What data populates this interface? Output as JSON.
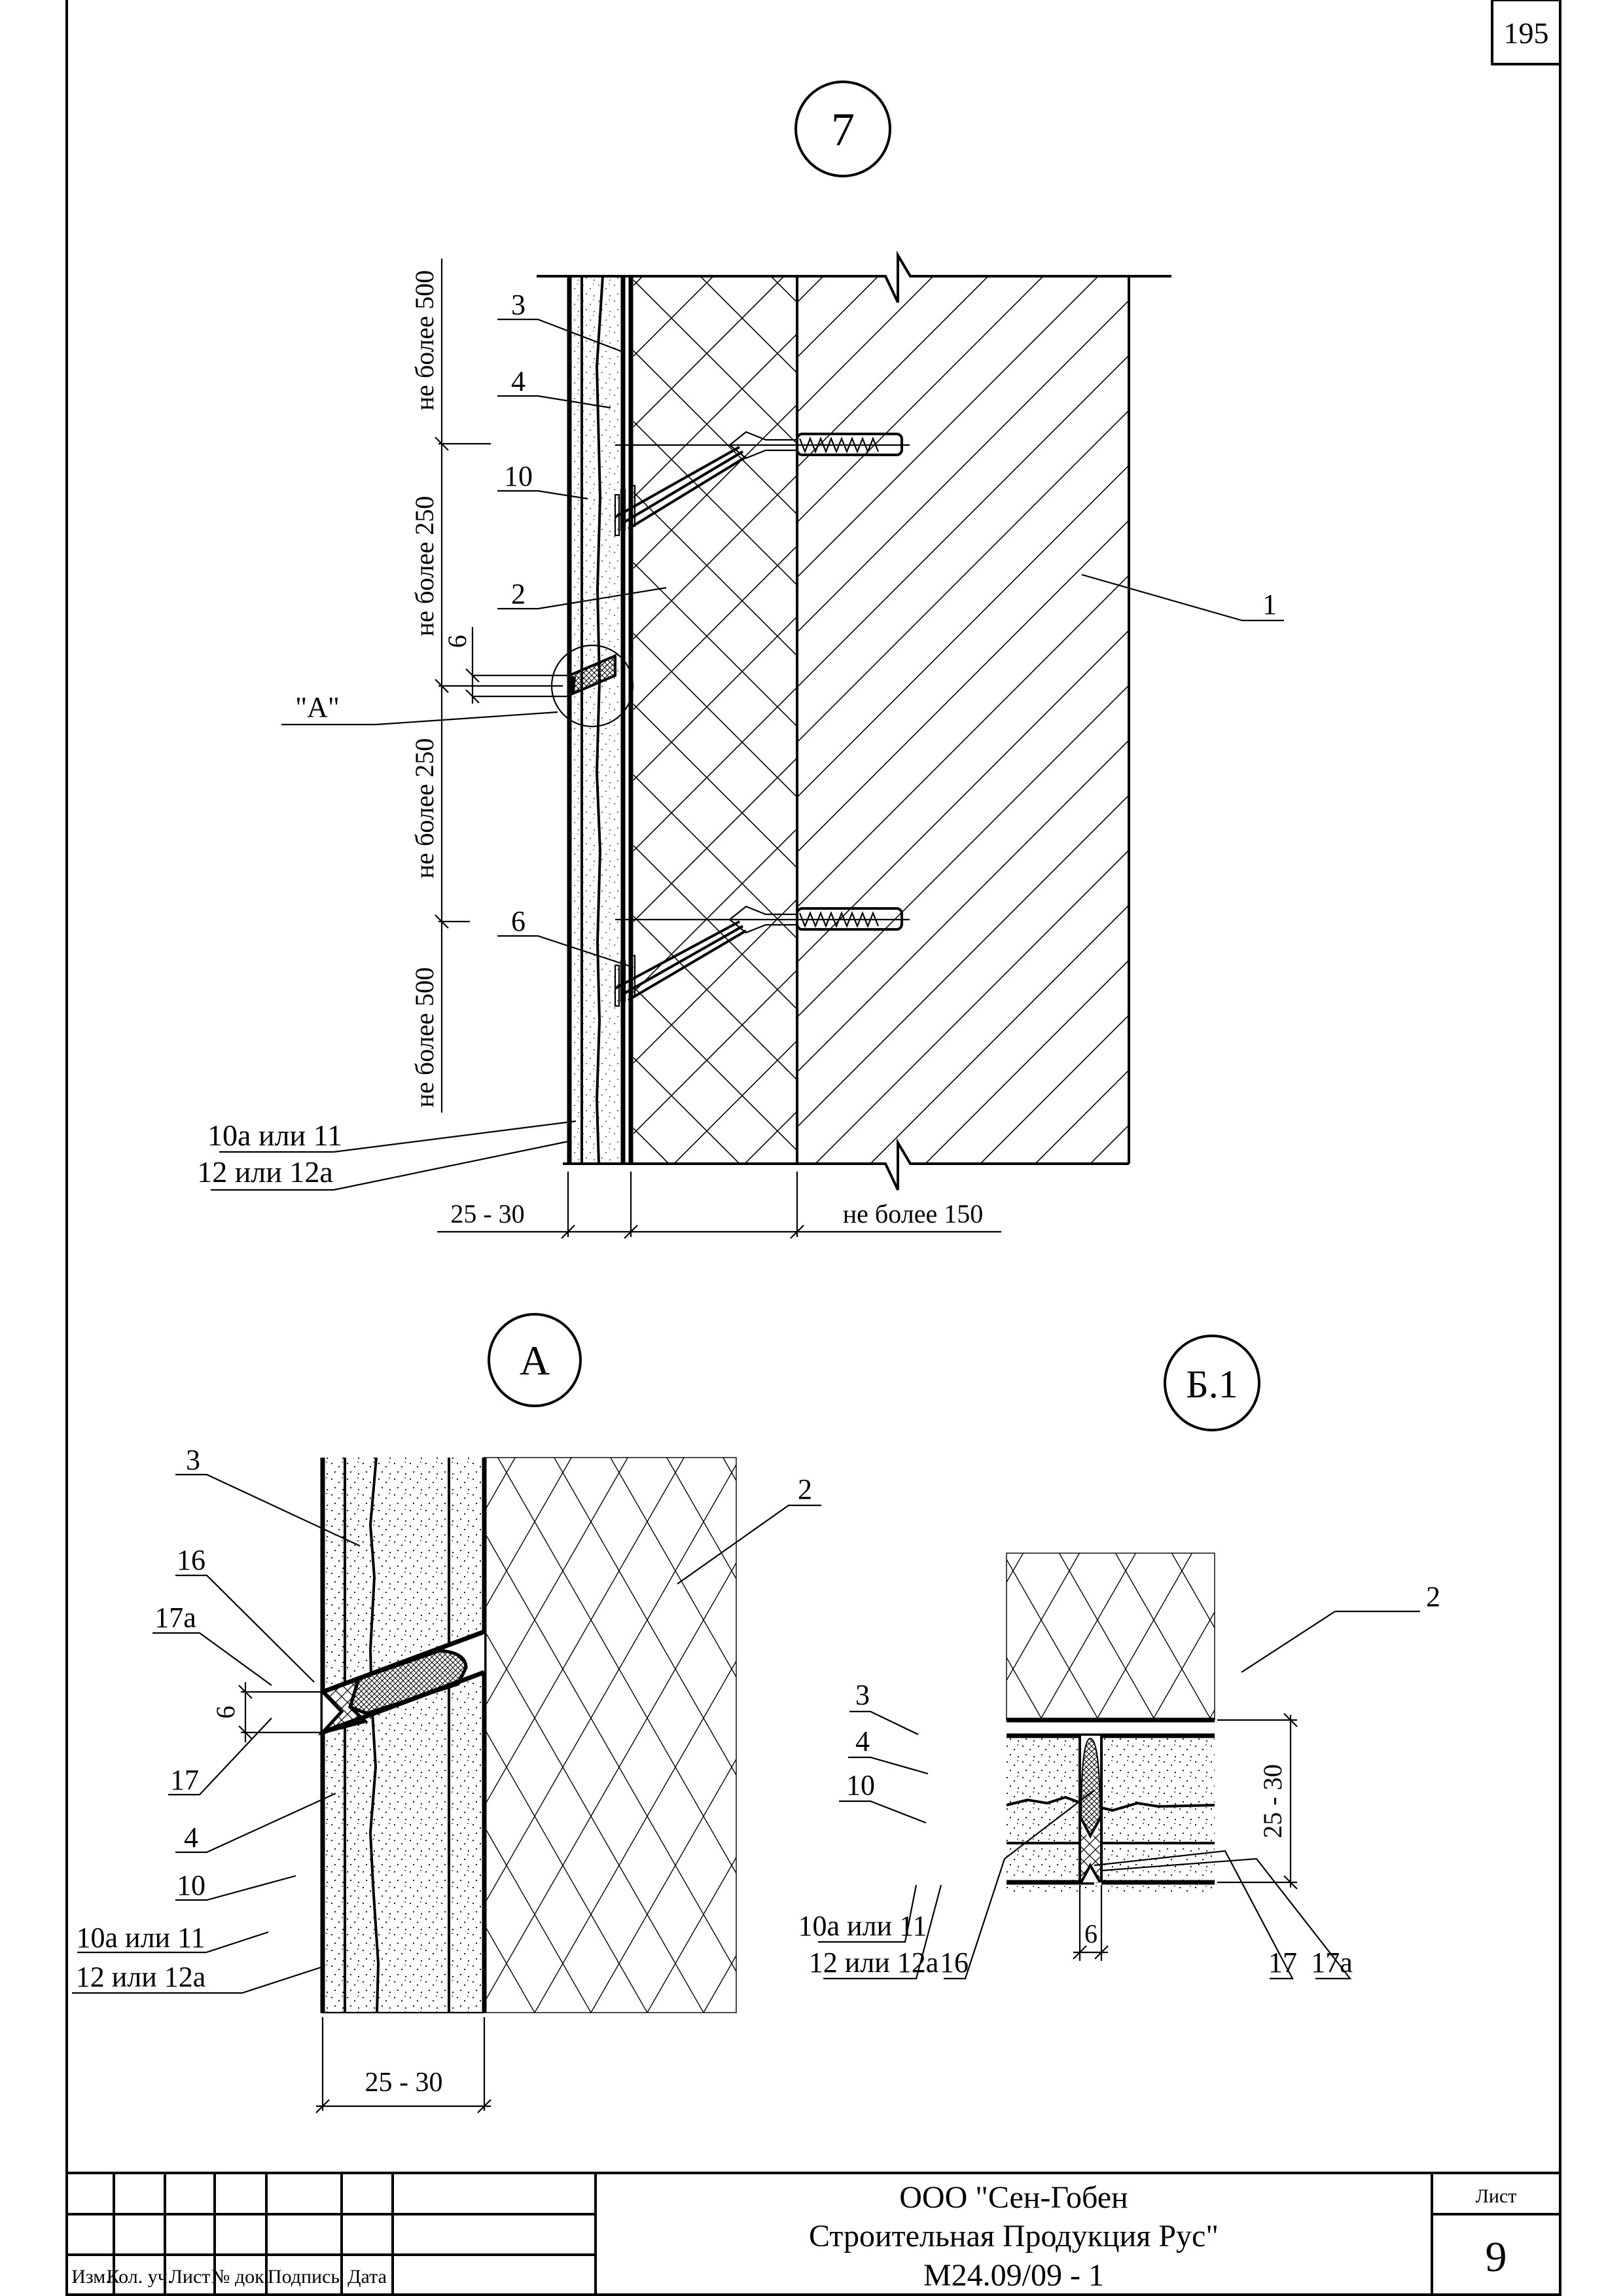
{
  "page_number": "195",
  "section_7": {
    "marker": "7",
    "callouts": {
      "c3": "3",
      "c4": "4",
      "c10": "10",
      "c2": "2",
      "c1": "1",
      "c6": "6",
      "cA": "\"A\"",
      "c10a": "10а или 11",
      "c12": "12 или 12а"
    },
    "dimensions": {
      "top_500": "не более 500",
      "upper_250": "не более 250",
      "gap_6": "6",
      "lower_250": "не более 250",
      "bottom_500": "не более 500",
      "render_thickness": "25 - 30",
      "insulation_thickness": "не более 150"
    }
  },
  "detail_A": {
    "marker": "А",
    "callouts": {
      "c3": "3",
      "c2": "2",
      "c16": "16",
      "c17a": "17а",
      "c17": "17",
      "c4": "4",
      "c10": "10",
      "c10a": "10а или 11",
      "c12": "12 или 12а"
    },
    "dimensions": {
      "gap_6": "6",
      "render_thickness": "25 - 30"
    }
  },
  "detail_B1": {
    "marker": "Б.1",
    "callouts": {
      "c2": "2",
      "c3": "3",
      "c4": "4",
      "c10": "10",
      "c10a": "10а или 11",
      "c12": "12 или 12а",
      "c16": "16",
      "c17": "17",
      "c17a": "17а"
    },
    "dimensions": {
      "render_thickness": "25 - 30",
      "gap_6": "6"
    }
  },
  "title_block": {
    "columns": [
      "Изм.",
      "Кол. уч.",
      "Лист",
      "№ док.",
      "Подпись",
      "Дата"
    ],
    "company_line1": "ООО \"Сен-Гобен",
    "company_line2": "Строительная Продукция Рус\"",
    "doc_code": "М24.09/09 - 1",
    "sheet_label": "Лист",
    "sheet_number": "9"
  }
}
